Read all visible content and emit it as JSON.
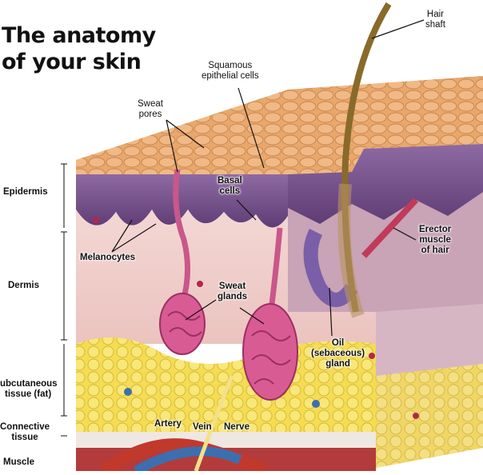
{
  "title": {
    "line1": "The anatomy",
    "line2": "of your skin"
  },
  "layers": {
    "epidermis": "Epidermis",
    "dermis": "Dermis",
    "subcutaneous_line1": "ubcutaneous",
    "subcutaneous_line2": "tissue (fat)",
    "connective_line1": "Connective",
    "connective_line2": "tissue",
    "muscle": "Muscle"
  },
  "labels": {
    "hair_shaft_line1": "Hair",
    "hair_shaft_line2": "shaft",
    "squamous_line1": "Squamous",
    "squamous_line2": "epithelial cells",
    "sweat_pores_line1": "Sweat",
    "sweat_pores_line2": "pores",
    "basal_line1": "Basal",
    "basal_line2": "cells",
    "melanocytes": "Melanocytes",
    "sweat_glands_line1": "Sweat",
    "sweat_glands_line2": "glands",
    "erector_line1": "Erector",
    "erector_line2": "muscle",
    "erector_line3": "of hair",
    "oil_line1": "Oil",
    "oil_line2": "(sebaceous)",
    "oil_line3": "gland",
    "artery": "Artery",
    "vein": "Vein",
    "nerve": "Nerve"
  },
  "colors": {
    "surface": "#e8a466",
    "epidermis": "#7a4f8a",
    "dermis": "#f2d3cf",
    "fat": "#f2d84a",
    "gland": "#d95b93",
    "hair": "#8a6a2a",
    "artery": "#c0392b",
    "vein": "#3b6fb0"
  }
}
